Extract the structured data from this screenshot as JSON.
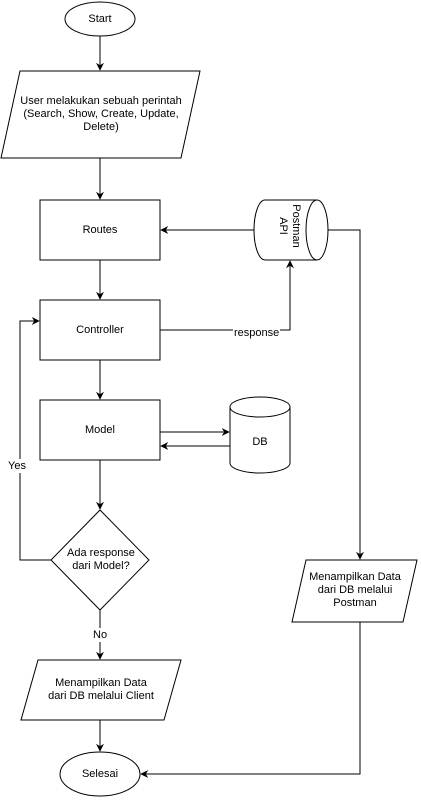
{
  "nodes": {
    "start": "Start",
    "input": "User melakukan sebuah perintah\n(Search, Show, Create, Update,\nDelete)",
    "routes": "Routes",
    "postman_api": "Postman\nAPI",
    "controller": "Controller",
    "model": "Model",
    "db": "DB",
    "decision": "Ada response\ndari Model?",
    "show_postman": "Menampilkan Data\ndari DB melalui\nPostman",
    "show_client": "Menampilkan Data\ndari DB melalui Client",
    "end": "Selesai"
  },
  "edges": {
    "response": "response",
    "yes": "Yes",
    "no": "No"
  }
}
